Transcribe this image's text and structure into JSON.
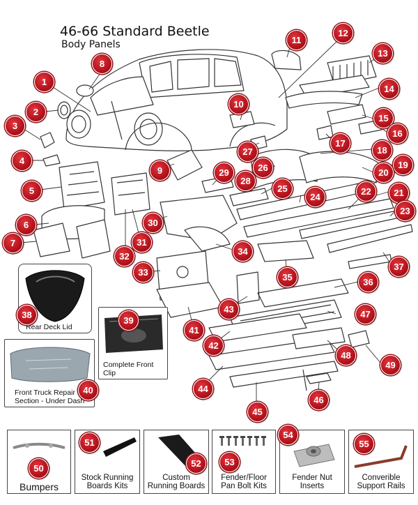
{
  "header": {
    "title": "46-66 Standard Beetle",
    "subtitle": "Body Panels"
  },
  "callouts": [
    "1",
    "2",
    "3",
    "4",
    "5",
    "6",
    "7",
    "8",
    "9",
    "10",
    "11",
    "12",
    "13",
    "14",
    "15",
    "16",
    "17",
    "18",
    "19",
    "20",
    "21",
    "22",
    "23",
    "24",
    "25",
    "26",
    "27",
    "28",
    "29",
    "30",
    "31",
    "32",
    "33",
    "34",
    "35",
    "36",
    "37",
    "38",
    "39",
    "40",
    "41",
    "42",
    "43",
    "44",
    "45",
    "46",
    "47",
    "48",
    "49",
    "50",
    "51",
    "52",
    "53",
    "54",
    "55"
  ],
  "insets": {
    "rear_deck_lid": "Rear Deck Lid",
    "complete_front_clip": [
      "Complete Front",
      "Clip"
    ],
    "front_truck_repair": [
      "Front Truck Repair",
      "Section - Under Dash"
    ]
  },
  "bottom_items": [
    {
      "num": "50",
      "label": [
        "Bumpers"
      ]
    },
    {
      "num": "51",
      "label": [
        "Stock Running",
        "Boards Kits"
      ]
    },
    {
      "num": "52",
      "label": [
        "Custom",
        "Running Boards"
      ]
    },
    {
      "num": "53",
      "label": [
        "Fender/Floor",
        "Pan Bolt Kits"
      ]
    },
    {
      "num": "54",
      "label": [
        "Fender Nut",
        "Inserts"
      ]
    },
    {
      "num": "55",
      "label": [
        "Converible",
        "Support Rails"
      ]
    }
  ],
  "colors": {
    "badge_red": "#c0141d",
    "line": "#333333",
    "part_fill": "#f3f3f3"
  }
}
